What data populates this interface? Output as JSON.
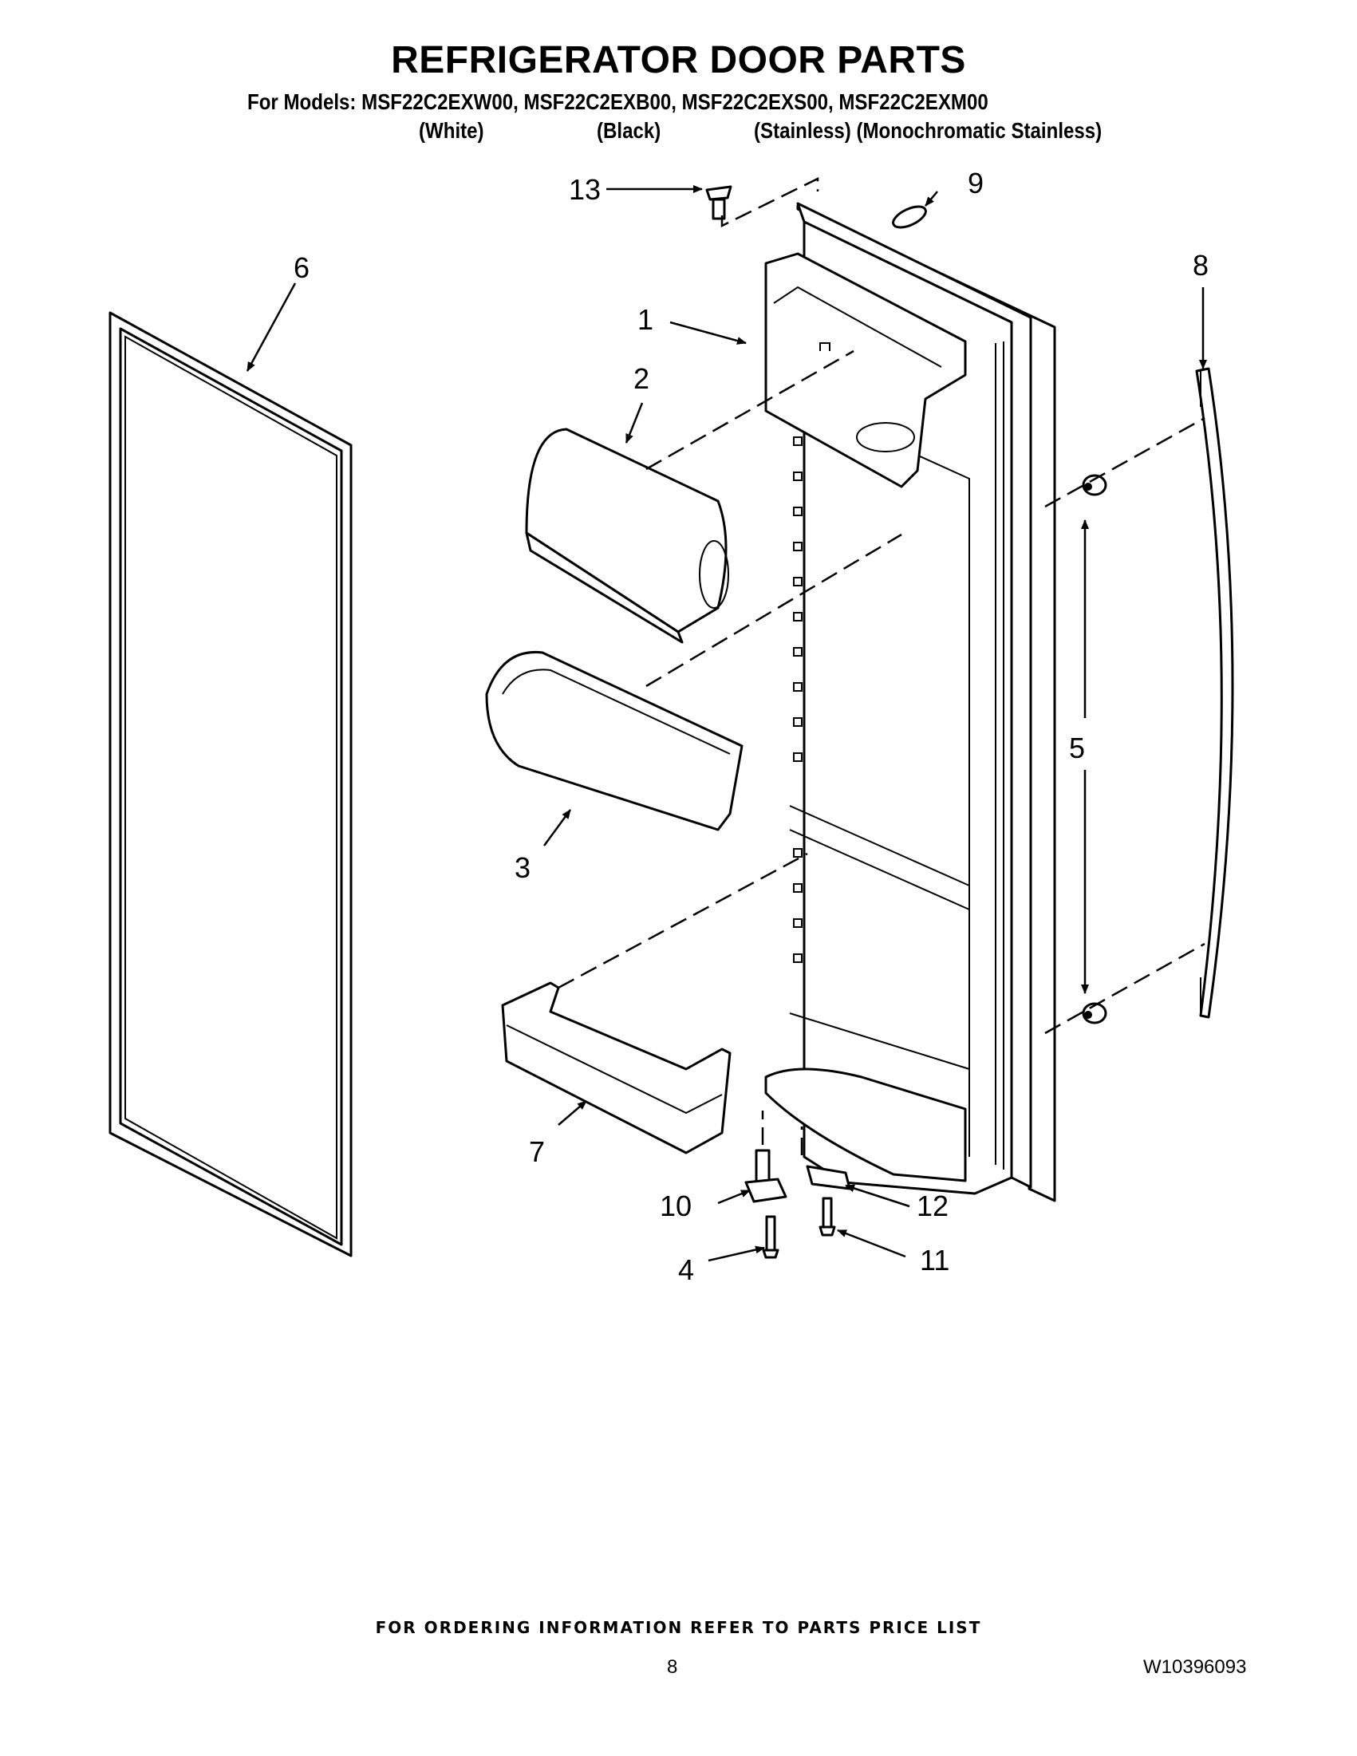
{
  "header": {
    "title": "REFRIGERATOR DOOR PARTS",
    "models_line": "For Models: MSF22C2EXW00, MSF22C2EXB00, MSF22C2EXS00, MSF22C2EXM00",
    "variant_white": "(White)",
    "variant_black": "(Black)",
    "variant_stainless": "(Stainless) (Monochromatic Stainless)"
  },
  "callouts": {
    "c1": "1",
    "c2": "2",
    "c3": "3",
    "c4": "4",
    "c5": "5",
    "c6": "6",
    "c7": "7",
    "c8": "8",
    "c9": "9",
    "c10": "10",
    "c11": "11",
    "c12": "12",
    "c13": "13"
  },
  "footer": {
    "ordering": "FOR ORDERING INFORMATION REFER TO PARTS PRICE LIST",
    "page_number": "8",
    "doc_number": "W10396093"
  }
}
